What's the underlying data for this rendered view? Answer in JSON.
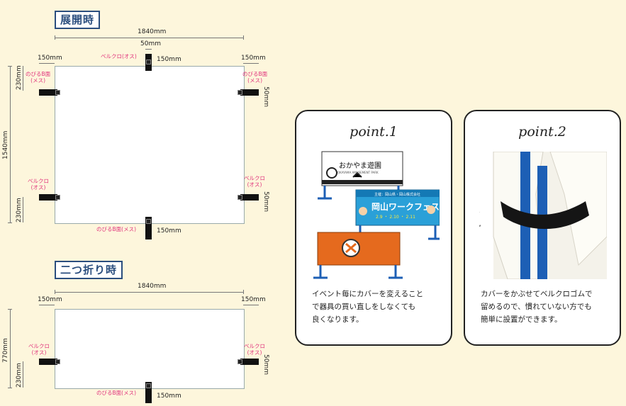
{
  "sections": {
    "open_title": "展開時",
    "folded_title": "二つ折り時"
  },
  "open": {
    "total_width": "1840mm",
    "top_center": "50mm",
    "left_margin": "150mm",
    "right_margin": "150mm",
    "center_velcro_label": "ベルクロ(オス)",
    "center_right_dim": "150mm",
    "total_height": "1540mm",
    "top_left_height": "230mm",
    "bottom_left_height": "230mm",
    "right_top_dim": "50mm",
    "right_bottom_dim": "50mm",
    "bottom_center_label": "のびるB面(メス)",
    "bottom_center_dim": "150mm",
    "topleft_label_line1": "のびるB面",
    "topleft_label_line2": "(メス)",
    "topright_label_line1": "のびるB面",
    "topright_label_line2": "(メス)",
    "bottomleft_label_line1": "ベルクロ",
    "bottomleft_label_line2": "(オス)",
    "bottomright_label_line1": "ベルクロ",
    "bottomright_label_line2": "(オス)"
  },
  "folded": {
    "total_width": "1840mm",
    "left_margin": "150mm",
    "right_margin": "150mm",
    "total_height": "770mm",
    "left_bottom_height": "230mm",
    "right_dim": "50mm",
    "left_label_line1": "ベルクロ",
    "left_label_line2": "(オス)",
    "right_label_line1": "ベルクロ",
    "right_label_line1_b": "ベルクロ",
    "right_label_line2": "(オス)",
    "bottom_center_label": "のびるB面(メス)",
    "bottom_center_dim": "150mm"
  },
  "point1": {
    "title": "point.1",
    "banner1_text": "おかやま遊園",
    "banner1_sub": "OKAYAMA AMUSEMENT PARK",
    "banner2_head": "主催：岡山県・岡山株式会社",
    "banner2_title": "岡山ワークフェス",
    "banner2_dates": "2.9 ・ 2.10 ・ 2.11",
    "description": "イベント毎にカバーを変えることで器具の買い直しをしなくても良くなります。",
    "line1": "イベント毎にカバーを変えること",
    "line2": "で器具の買い直しをしなくても",
    "line3": "良くなります。"
  },
  "point2": {
    "title": "point.2",
    "line1": "カバーをかぶせてベルクロゴムで",
    "line2": "留めるので、慣れていない方でも",
    "line3": "簡単に設置ができます。"
  },
  "colors": {
    "background": "#fdf6dc",
    "title_blue": "#2b4e7e",
    "pink": "#e0307a",
    "banner_blue": "#2aa0d8",
    "banner_orange": "#e56a1e",
    "pole_blue": "#1d5fb5"
  }
}
